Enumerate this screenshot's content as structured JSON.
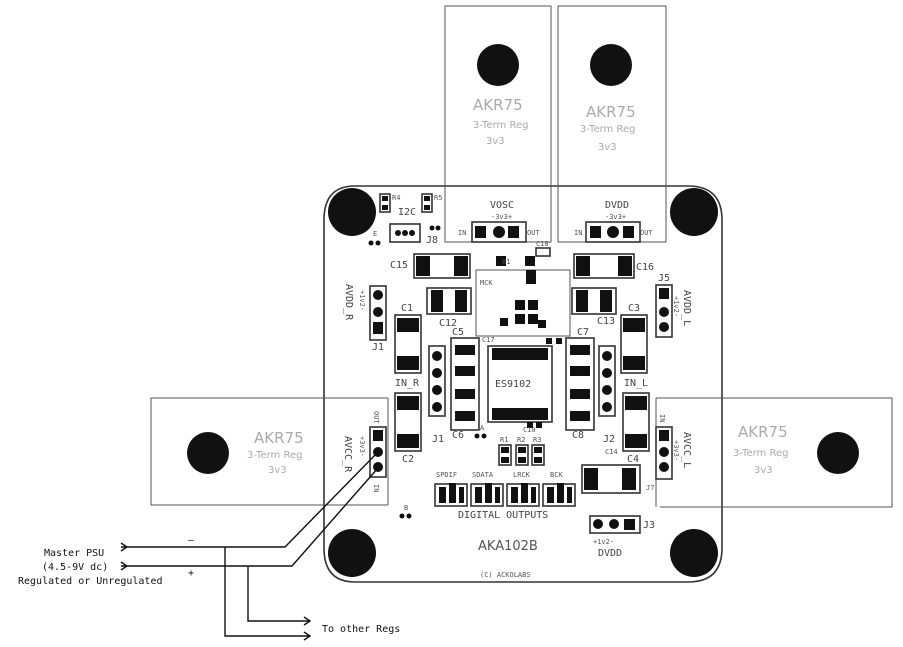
{
  "board": {
    "name": "AKA102B",
    "copyright": "(C) ACKOLABS",
    "chip": "ES9102",
    "digital_outputs": "DIGITAL OUTPUTS"
  },
  "regulators": {
    "title": "AKR75",
    "subtitle": "3-Term Reg",
    "voltage": "3v3"
  },
  "headers": {
    "vosc": "VOSC",
    "vosc_rail": "-3v3+",
    "dvdd": "DVDD",
    "dvdd_rail": "-3v3+",
    "in": "IN",
    "out": "OUT",
    "i2c": "I2C",
    "avdd_r": "AVDD_R",
    "avdd_r_rail": "+1v2-",
    "avdd_l": "AVDD_L",
    "avdd_l_rail": "+1v2-",
    "avcc_r": "AVCC_R",
    "avcc_r_rail": "+3v3-",
    "avcc_l": "AVCC_L",
    "avcc_l_rail": "+3v3-",
    "dvdd_bottom": "DVDD",
    "dvdd_bottom_rail": "+1v2-"
  },
  "refdes": {
    "J1": "J1",
    "J3": "J3",
    "J5": "J5",
    "J7": "J7",
    "J8": "J8",
    "C1": "C1",
    "C2": "C2",
    "C3": "C3",
    "C4": "C4",
    "C5": "C5",
    "C6": "C6",
    "C7": "C7",
    "C8": "C8",
    "C10": "C10",
    "C12": "C12",
    "C13": "C13",
    "C14": "C14",
    "C15": "C15",
    "C16": "C16",
    "C17": "C17",
    "C18": "C18",
    "R1": "R1",
    "R2": "R2",
    "R3": "R3",
    "R4": "R4",
    "R5": "R5",
    "X1": "X1",
    "MCK": "MCK",
    "IN_R": "IN_R",
    "IN_L": "IN_L",
    "A": "A",
    "B": "B",
    "E": "E"
  },
  "outputs": {
    "spdif": "SPDIF",
    "sdata": "SDATA",
    "lrck": "LRCK",
    "bck": "BCK"
  },
  "annotations": {
    "master_psu": "Master PSU",
    "range": "(4.5-9V dc)",
    "regulation": "Regulated or  Unregulated",
    "minus": "–",
    "plus": "+",
    "to_other": "To other Regs"
  }
}
